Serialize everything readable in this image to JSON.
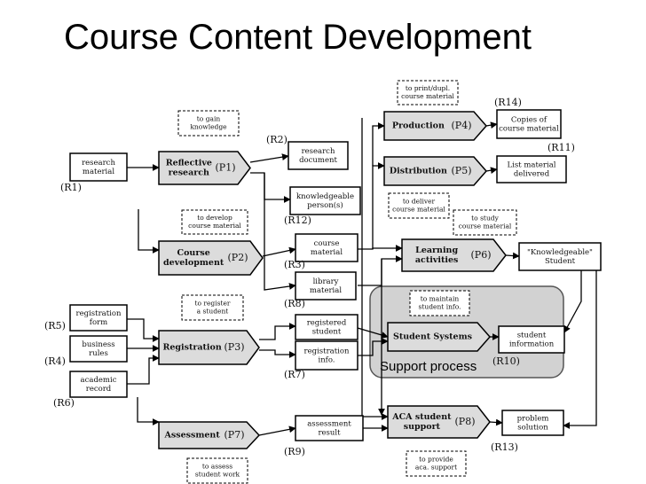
{
  "title": "Course Content Development",
  "support_process_label": "Support process",
  "processes": [
    {
      "id": "p1",
      "lines": [
        "Reflective",
        "research"
      ],
      "ref": "(P1)"
    },
    {
      "id": "p2",
      "lines": [
        "Course",
        "development"
      ],
      "ref": "(P2)"
    },
    {
      "id": "p3",
      "lines": [
        "Registration"
      ],
      "ref": "(P3)"
    },
    {
      "id": "p4",
      "lines": [
        "Production"
      ],
      "ref": "(P4)"
    },
    {
      "id": "p5",
      "lines": [
        "Distribution"
      ],
      "ref": "(P5)"
    },
    {
      "id": "p6",
      "lines": [
        "Learning",
        "activities"
      ],
      "ref": "(P6)"
    },
    {
      "id": "p7",
      "lines": [
        "Assessment"
      ],
      "ref": "(P7)"
    },
    {
      "id": "p8",
      "lines": [
        "ACA student",
        "support"
      ],
      "ref": "(P8)"
    },
    {
      "id": "ss",
      "lines": [
        "Student Systems"
      ],
      "ref": ""
    }
  ],
  "resources": [
    {
      "id": "r1",
      "lines": [
        "research",
        "material"
      ]
    },
    {
      "id": "r2",
      "lines": [
        "research",
        "document"
      ]
    },
    {
      "id": "r12",
      "lines": [
        "knowledgeable",
        "person(s)"
      ]
    },
    {
      "id": "r3",
      "lines": [
        "course",
        "material"
      ]
    },
    {
      "id": "r8",
      "lines": [
        "library",
        "material"
      ]
    },
    {
      "id": "r5",
      "lines": [
        "registration",
        "form"
      ]
    },
    {
      "id": "r4",
      "lines": [
        "business",
        "rules"
      ]
    },
    {
      "id": "r6",
      "lines": [
        "academic",
        "record"
      ]
    },
    {
      "id": "r7a",
      "lines": [
        "registered",
        "student"
      ]
    },
    {
      "id": "r7b",
      "lines": [
        "registration",
        "info."
      ]
    },
    {
      "id": "r9",
      "lines": [
        "assessment",
        "result"
      ]
    },
    {
      "id": "r14",
      "lines": [
        "Copies of",
        "course material"
      ]
    },
    {
      "id": "r11",
      "lines": [
        "List material",
        "delivered"
      ]
    },
    {
      "id": "rks",
      "lines": [
        "\"Knowledgeable\"",
        "Student"
      ]
    },
    {
      "id": "r10",
      "lines": [
        "student",
        "information"
      ]
    },
    {
      "id": "r13",
      "lines": [
        "problem",
        "solution"
      ]
    }
  ],
  "goals": [
    {
      "id": "g_print",
      "lines": [
        "to print/dupl.",
        "course material"
      ]
    },
    {
      "id": "g_gain",
      "lines": [
        "to gain",
        "knowledge"
      ]
    },
    {
      "id": "g_develop",
      "lines": [
        "to develop",
        "course material"
      ]
    },
    {
      "id": "g_deliver",
      "lines": [
        "to deliver",
        "course material"
      ]
    },
    {
      "id": "g_study",
      "lines": [
        "to study",
        "course material"
      ]
    },
    {
      "id": "g_register",
      "lines": [
        "to register",
        "a student"
      ]
    },
    {
      "id": "g_maintain",
      "lines": [
        "to maintain",
        "student info."
      ]
    },
    {
      "id": "g_assess",
      "lines": [
        "to assess",
        "student work"
      ]
    },
    {
      "id": "g_support",
      "lines": [
        "to provide",
        "aca. support"
      ]
    }
  ],
  "refs": [
    {
      "id": "R1",
      "text": "(R1)"
    },
    {
      "id": "R2",
      "text": "(R2)"
    },
    {
      "id": "R12",
      "text": "(R12)"
    },
    {
      "id": "R3",
      "text": "(R3)"
    },
    {
      "id": "R8",
      "text": "(R8)"
    },
    {
      "id": "R5",
      "text": "(R5)"
    },
    {
      "id": "R4",
      "text": "(R4)"
    },
    {
      "id": "R6",
      "text": "(R6)"
    },
    {
      "id": "R7",
      "text": "(R7)"
    },
    {
      "id": "R9",
      "text": "(R9)"
    },
    {
      "id": "R14",
      "text": "(R14)"
    },
    {
      "id": "R11",
      "text": "(R11)"
    },
    {
      "id": "R10",
      "text": "(R10)"
    },
    {
      "id": "R13",
      "text": "(R13)"
    }
  ]
}
